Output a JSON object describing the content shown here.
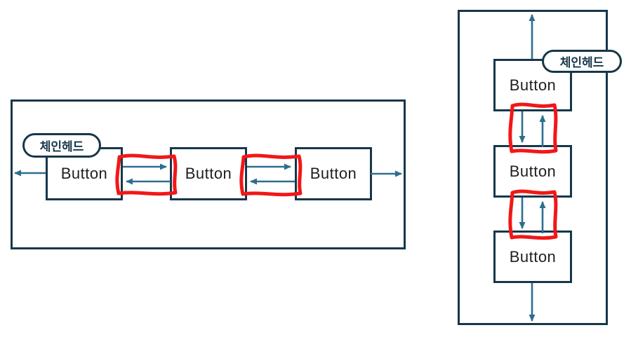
{
  "colors": {
    "outline": "#16374a",
    "arrow": "#2d6e8f",
    "highlight_red": "#f21717",
    "canvas_bg": "#ffffff",
    "button_text": "#1f1f1f"
  },
  "left_diagram": {
    "chain_head_label": "체인헤드",
    "buttons": [
      "Button",
      "Button",
      "Button"
    ]
  },
  "right_diagram": {
    "chain_head_label": "체인헤드",
    "buttons": [
      "Button",
      "Button",
      "Button"
    ]
  }
}
